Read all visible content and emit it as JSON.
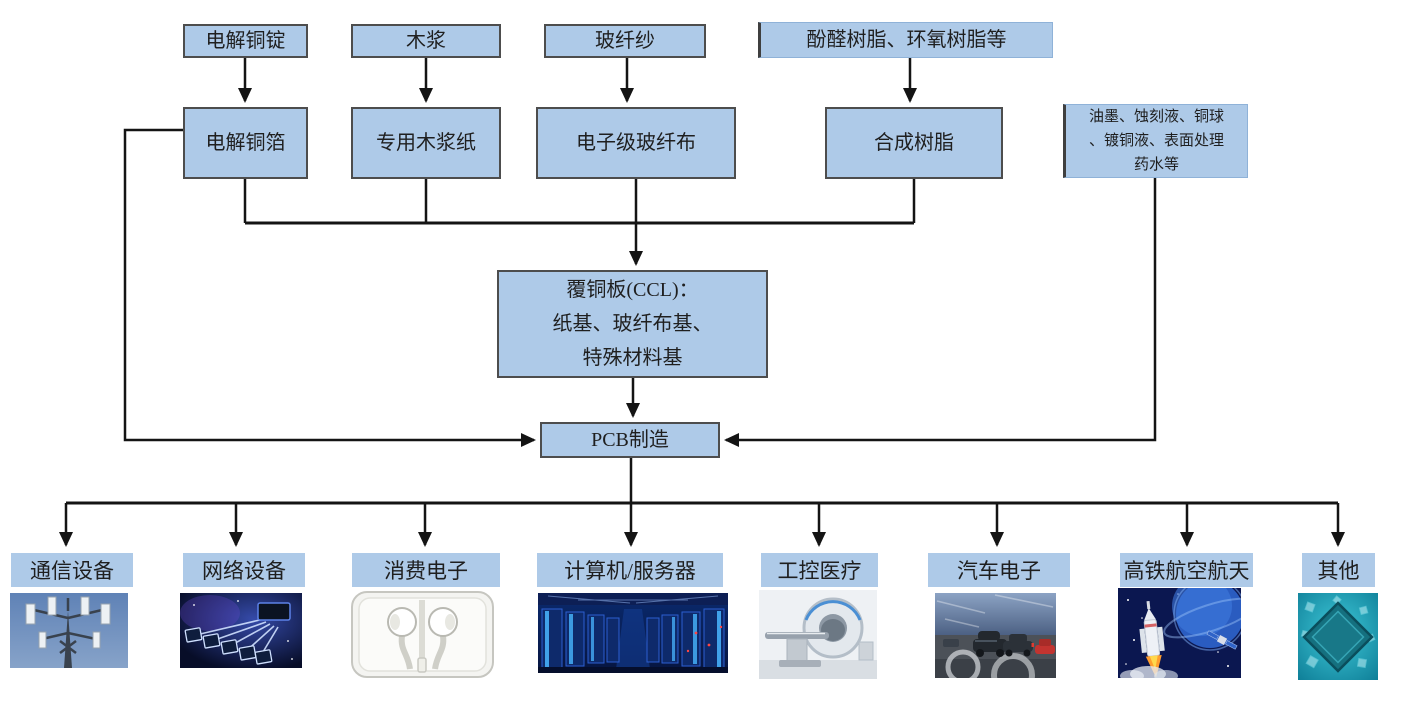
{
  "colors": {
    "box_fill": "#aecae8",
    "box_border": "#4d4d4d",
    "connector_line": "#141414",
    "text": "#1f1f1f"
  },
  "nodes": {
    "row1": [
      "电解铜锭",
      "木浆",
      "玻纤纱",
      "酚醛树脂、环氧树脂等"
    ],
    "row2": [
      "电解铜箔",
      "专用木浆纸",
      "电子级玻纤布",
      "合成树脂"
    ],
    "auxiliary_lines": [
      "油墨、蚀刻液、铜球",
      "、镀铜液、表面处理",
      "药水等"
    ],
    "ccl_lines": [
      "覆铜板(CCL)：",
      "纸基、玻纤布基、",
      "特殊材料基"
    ],
    "pcb": "PCB制造",
    "applications": [
      {
        "label": "通信设备",
        "photo": "telecom-tower-photo"
      },
      {
        "label": "网络设备",
        "photo": "network-chip-photo"
      },
      {
        "label": "消费电子",
        "photo": "earphones-photo"
      },
      {
        "label": "计算机/服务器",
        "photo": "server-room-photo"
      },
      {
        "label": "工控医疗",
        "photo": "ct-scanner-photo"
      },
      {
        "label": "汽车电子",
        "photo": "cars-road-photo"
      },
      {
        "label": "高铁航空航天",
        "photo": "rocket-launch-photo"
      },
      {
        "label": "其他",
        "photo": "chip-closeup-photo"
      }
    ]
  }
}
